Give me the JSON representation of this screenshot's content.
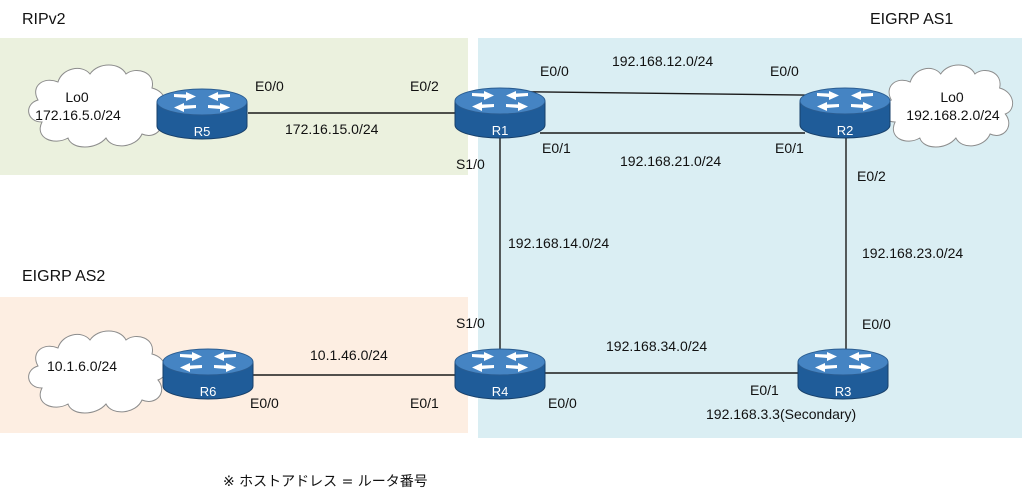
{
  "regions": {
    "ripv2": {
      "title": "RIPv2"
    },
    "eigrp_as1": {
      "title": "EIGRP AS1"
    },
    "eigrp_as2": {
      "title": "EIGRP AS2"
    }
  },
  "routers": {
    "r1": "R1",
    "r2": "R2",
    "r3": "R3",
    "r4": "R4",
    "r5": "R5",
    "r6": "R6"
  },
  "clouds": {
    "r5_loopback": {
      "interface": "Lo0",
      "network": "172.16.5.0/24"
    },
    "r2_loopback": {
      "interface": "Lo0",
      "network": "192.168.2.0/24"
    },
    "r6_network": {
      "network": "10.1.6.0/24"
    }
  },
  "links": {
    "r5_r1": {
      "network": "172.16.15.0/24",
      "r5_interface": "E0/0",
      "r1_interface": "E0/2"
    },
    "r1_r2_a": {
      "network": "192.168.12.0/24",
      "r1_interface": "E0/0",
      "r2_interface": "E0/0"
    },
    "r1_r2_b": {
      "network": "192.168.21.0/24",
      "r1_interface": "E0/1",
      "r2_interface": "E0/1"
    },
    "r1_r4": {
      "network": "192.168.14.0/24",
      "r1_interface": "S1/0",
      "r4_interface": "S1/0"
    },
    "r2_r3": {
      "network": "192.168.23.0/24",
      "r2_interface": "E0/2",
      "r3_interface": "E0/0"
    },
    "r4_r3": {
      "network": "192.168.34.0/24",
      "r4_interface": "E0/0",
      "r3_interface": "E0/1",
      "r3_secondary": "192.168.3.3(Secondary)"
    },
    "r6_r4": {
      "network": "10.1.46.0/24",
      "r6_interface": "E0/0",
      "r4_interface": "E0/1"
    }
  },
  "footnote": "※ ホストアドレス = ルータ番号",
  "icons": {
    "router": "router-icon",
    "cloud": "cloud-icon"
  },
  "colors": {
    "ripv2_area": "#ebf1de",
    "eigrp_as1_area": "#daeef3",
    "eigrp_as2_area": "#fdeee2",
    "router_top": "#4584c3",
    "router_body": "#1f5c99",
    "link": "#1a1a1a",
    "cloud_outline": "#8c8c8c"
  }
}
